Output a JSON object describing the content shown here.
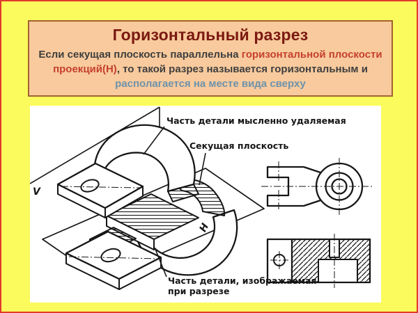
{
  "theme": {
    "pageBg": "#FBFB5D",
    "frame": "#E23A2C",
    "boxBg": "#F8CA9D",
    "boxBorder": "#A2622F",
    "titleColor": "#7A1911",
    "textDark": "#3E3E3E",
    "textRed": "#C5402F",
    "textBlue": "#6E92AB",
    "ink": "#161616"
  },
  "header": {
    "title": "Горизонтальный разрез",
    "line1_dark": "Если секущая плоскость  параллельна ",
    "line1_red": "горизонтальной плоскости",
    "line2_red": "проекций(Н)",
    "line2_dark": ", то такой разрез называется горизонтальным и",
    "line3_blue": "располагается на месте вида сверху"
  },
  "figure": {
    "labels": {
      "removed": "Часть детали мысленно удаляемая",
      "plane": "Секущая плоскость",
      "shown1": "Часть детали, изображаемая",
      "shown2": "при разрезе",
      "v": "V",
      "h": "H"
    }
  }
}
